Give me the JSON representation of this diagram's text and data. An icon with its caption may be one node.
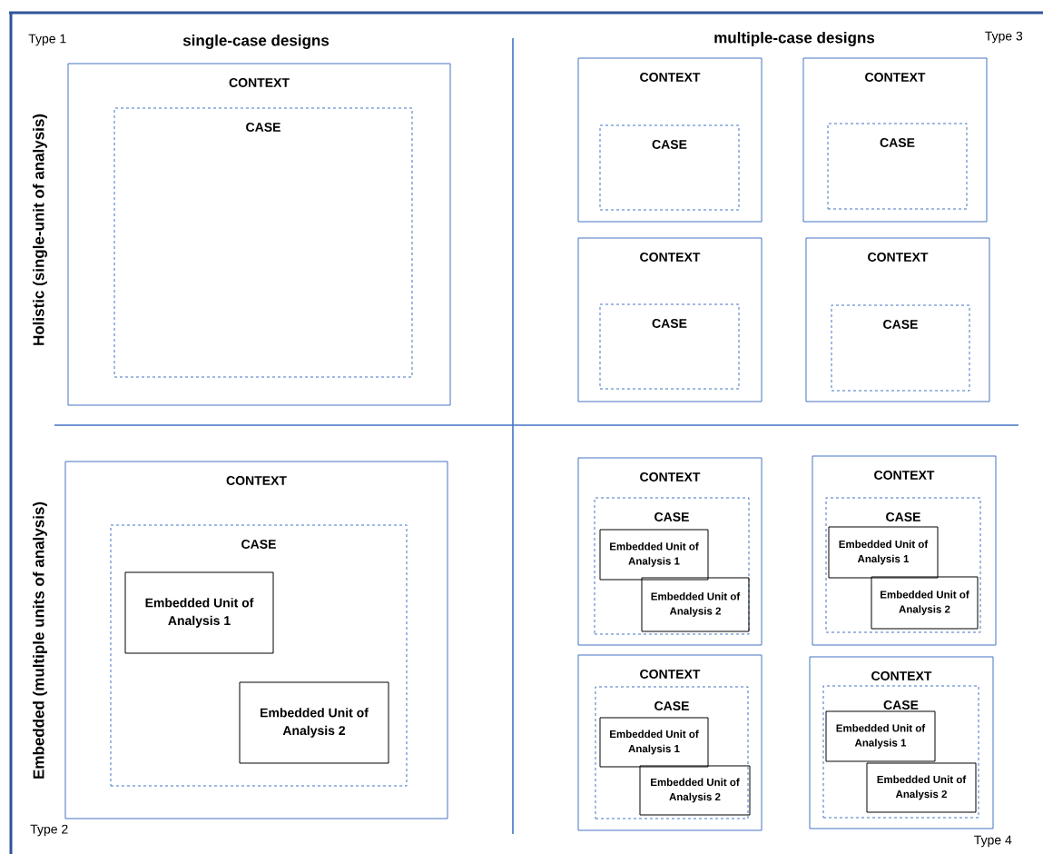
{
  "diagram": {
    "nodes": [
      {
        "text": [
          "CONTEXT"
        ]
      },
      {
        "text": [
          "CASE"
        ],
        "in": 0
      },
      {
        "text": [
          "CONTEXT"
        ]
      },
      {
        "text": [
          "CASE"
        ],
        "in": 2
      },
      {
        "text": [
          "CONTEXT"
        ]
      },
      {
        "text": [
          "CASE"
        ],
        "in": 4
      },
      {
        "text": [
          "CONTEXT"
        ]
      },
      {
        "text": [
          "CASE"
        ],
        "in": 6
      },
      {
        "text": [
          "CONTEXT"
        ]
      },
      {
        "text": [
          "CASE"
        ],
        "in": 8
      },
      {
        "text": [
          "CONTEXT"
        ]
      },
      {
        "text": [
          "CASE"
        ],
        "in": 10
      },
      {
        "text": [
          "Embedded Unit of Analysis 1"
        ],
        "in": 11
      },
      {
        "text": [
          "Embedded Unit of Analysis 2"
        ],
        "in": 11
      },
      {
        "text": [
          "CONTEXT"
        ]
      },
      {
        "text": [
          "CASE"
        ],
        "in": 14
      },
      {
        "text": [
          "Embedded Unit of Analysis 1"
        ],
        "in": 15
      },
      {
        "text": [
          "Embedded Unit of Analysis 2"
        ],
        "in": 15
      },
      {
        "text": [
          "CONTEXT"
        ]
      },
      {
        "text": [
          "CASE"
        ],
        "in": 18
      },
      {
        "text": [
          "Embedded Unit of Analysis 1"
        ],
        "in": 19
      },
      {
        "text": [
          "Embedded Unit of Analysis 2"
        ],
        "in": 19
      },
      {
        "text": [
          "CONTEXT"
        ]
      },
      {
        "text": [
          "CASE"
        ],
        "in": 22
      },
      {
        "text": [
          "Embedded Unit of Analysis 1"
        ],
        "in": 23
      },
      {
        "text": [
          "Embedded Unit of Analysis 2"
        ],
        "in": 23
      },
      {
        "text": [
          "CONTEXT"
        ]
      },
      {
        "text": [
          "CASE"
        ],
        "in": 26
      },
      {
        "text": [
          "Embedded Unit of Analysis 1"
        ],
        "in": 27
      },
      {
        "text": [
          "Embedded Unit of Analysis 2"
        ],
        "in": 27
      }
    ],
    "labels": [
      "Type 1",
      "single-case designs",
      "multiple-case designs",
      "Type 3",
      "Holistic (single-unit of analysis)",
      "Embedded (multiple units of analysis)",
      "Type 2",
      "Type 4"
    ]
  }
}
